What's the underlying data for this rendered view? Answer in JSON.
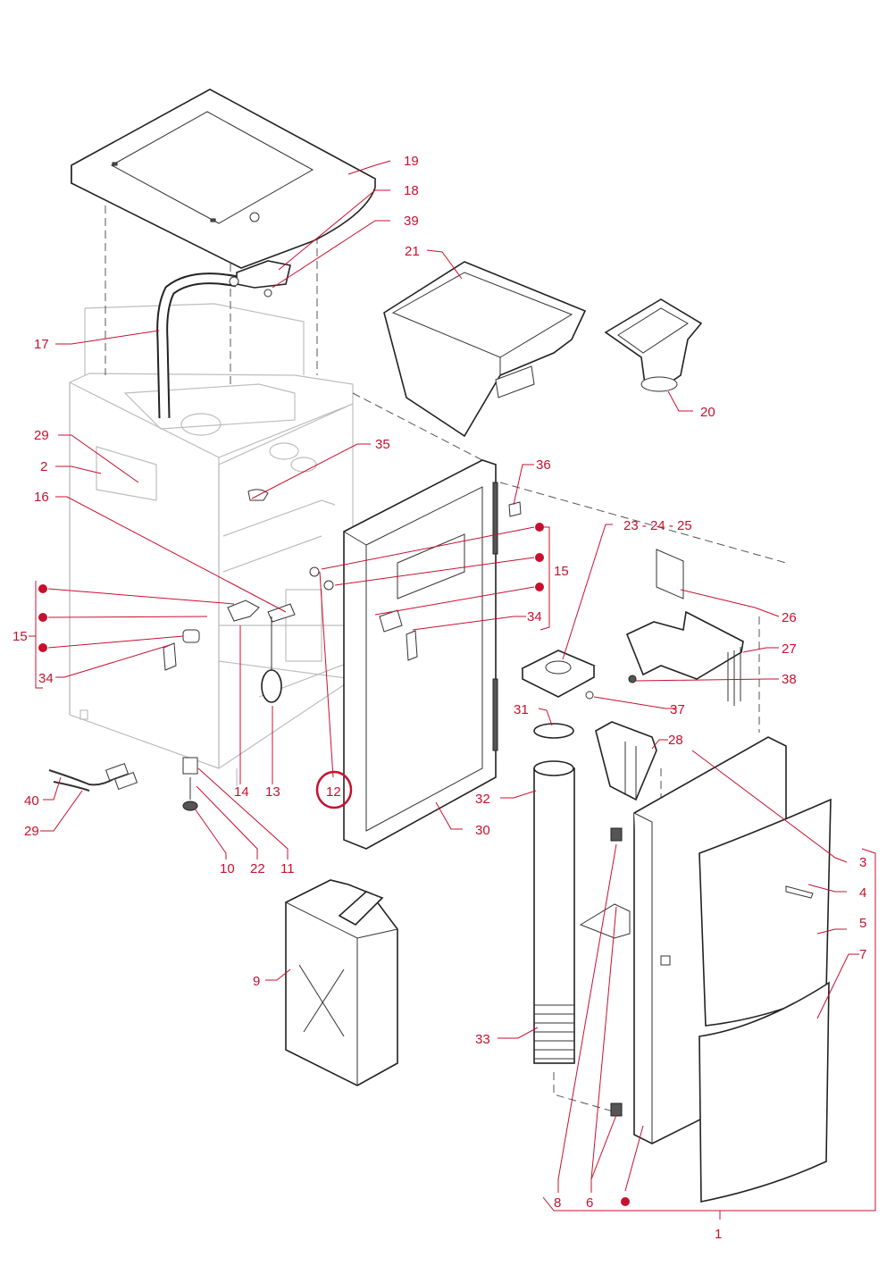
{
  "accent_color": "#c8102e",
  "highlighted_part": "12",
  "callouts": {
    "c19": "19",
    "c18": "18",
    "c39": "39",
    "c21": "21",
    "c17": "17",
    "c20": "20",
    "c29a": "29",
    "c2": "2",
    "c35": "35",
    "c36": "36",
    "c16": "16",
    "c232425": "23 - 24 - 25",
    "c15r": "15",
    "c34r": "34",
    "c15l": "15",
    "c34l": "34",
    "c26": "26",
    "c27": "27",
    "c38": "38",
    "c37": "37",
    "c31": "31",
    "c28": "28",
    "c14": "14",
    "c13": "13",
    "c12": "12",
    "c40": "40",
    "c29b": "29",
    "c32": "32",
    "c30": "30",
    "c3": "3",
    "c4": "4",
    "c10": "10",
    "c22": "22",
    "c11": "11",
    "c5": "5",
    "c9": "9",
    "c7": "7",
    "c33": "33",
    "c8": "8",
    "c6": "6",
    "c1": "1"
  }
}
